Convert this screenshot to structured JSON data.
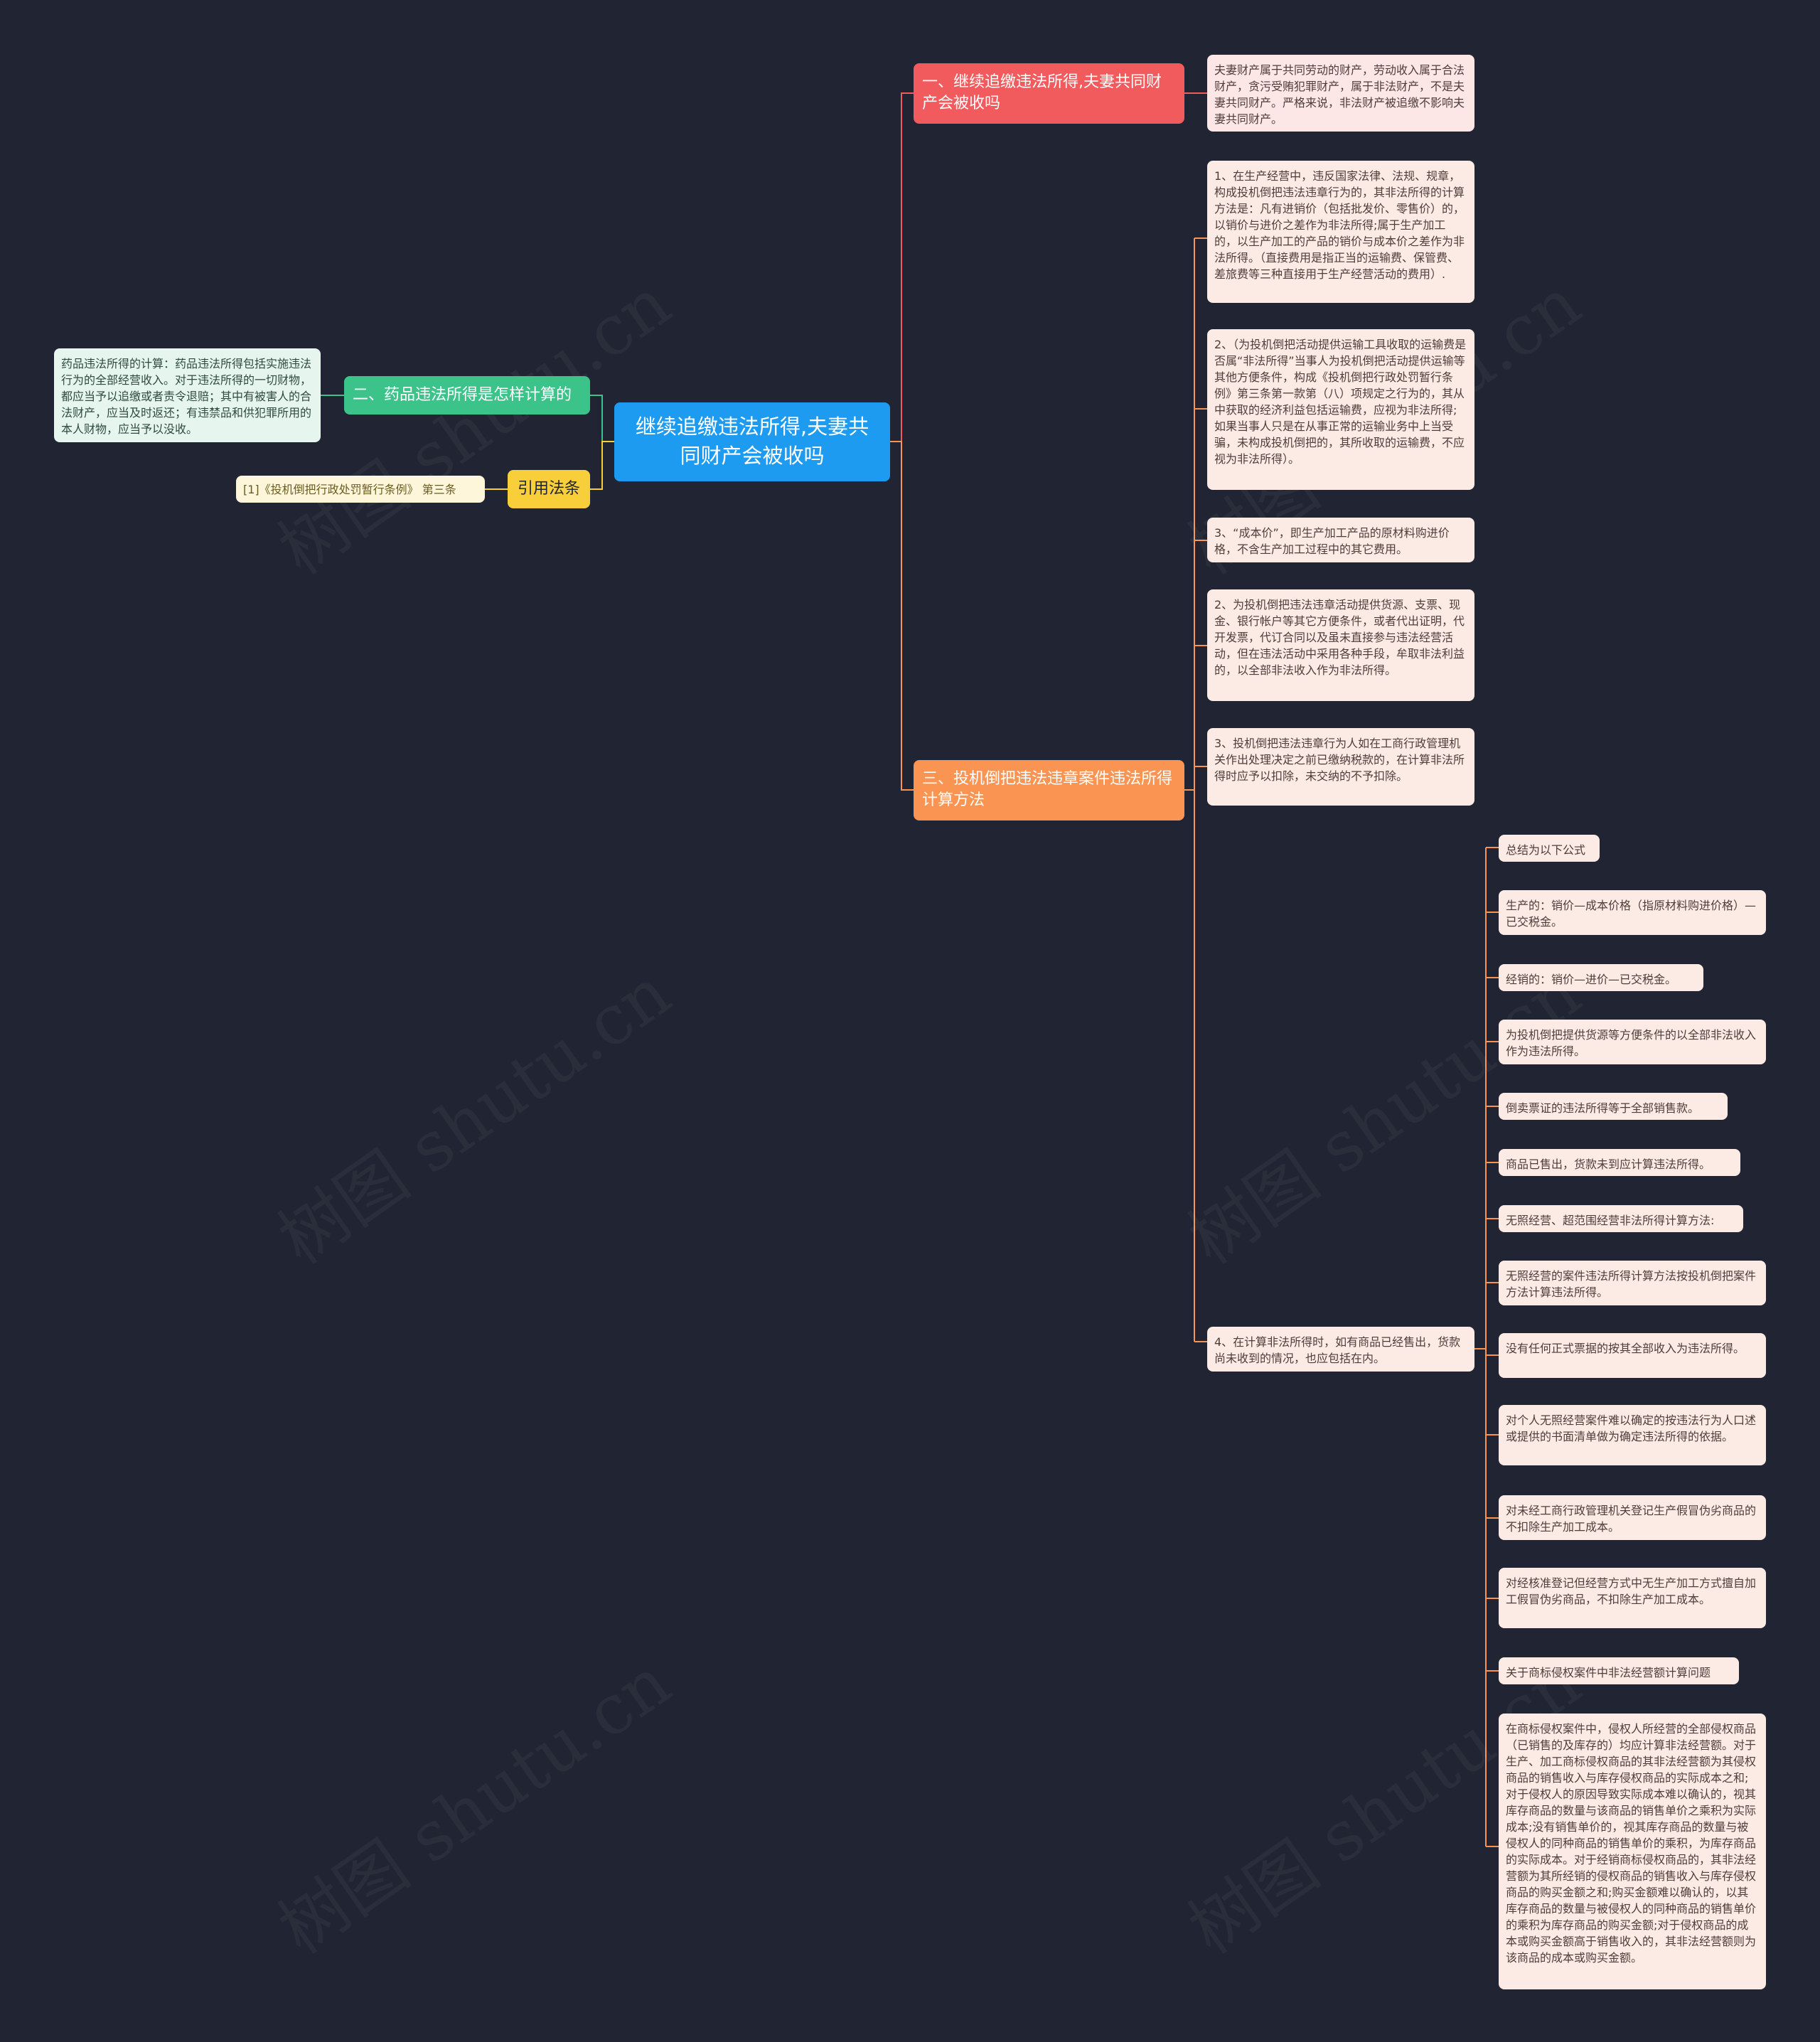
{
  "root": {
    "text": "继续追缴违法所得,夫妻共同财产会被收吗"
  },
  "branch1": {
    "title": "一、继续追缴违法所得,夫妻共同财产会被收吗",
    "leaf": "夫妻财产属于共同劳动的财产，劳动收入属于合法财产，贪污受贿犯罪财产，属于非法财产，不是夫妻共同财产。严格来说，非法财产被追缴不影响夫妻共同财产。"
  },
  "branch2": {
    "title": "二、药品违法所得是怎样计算的",
    "leaf": "药品违法所得的计算：药品违法所得包括实施违法行为的全部经营收入。对于违法所得的一切财物，都应当予以追缴或者责令退赔；其中有被害人的合法财产，应当及时返还；有违禁品和供犯罪所用的本人财物，应当予以没收。"
  },
  "reference": {
    "title": "引用法条",
    "leaf": "[1]《投机倒把行政处罚暂行条例》 第三条"
  },
  "branch3": {
    "title": "三、投机倒把违法违章案件违法所得计算方法",
    "items": [
      "1、在生产经营中，违反国家法律、法规、规章，构成投机倒把违法违章行为的，其非法所得的计算方法是：凡有进销价（包括批发价、零售价）的，以销价与进价之差作为非法所得;属于生产加工的，以生产加工的产品的销价与成本价之差作为非法所得。（直接费用是指正当的运输费、保管费、差旅费等三种直接用于生产经营活动的费用）.",
      "2、（为投机倒把活动提供运输工具收取的运输费是否属“非法所得”当事人为投机倒把活动提供运输等其他方便条件，构成《投机倒把行政处罚暂行条例》第三条第一款第（八）项规定之行为的，其从中获取的经济利益包括运输费，应视为非法所得;如果当事人只是在从事正常的运输业务中上当受骗，未构成投机倒把的，其所收取的运输费，不应视为非法所得）。",
      "3、“成本价”，即生产加工产品的原材料购进价格，不含生产加工过程中的其它费用。",
      "2、为投机倒把违法违章活动提供货源、支票、现金、银行帐户等其它方便条件，或者代出证明，代开发票，代订合同以及虽未直接参与违法经营活动，但在违法活动中采用各种手段，牟取非法利益的，以全部非法收入作为非法所得。",
      "3、投机倒把违法违章行为人如在工商行政管理机关作出处理决定之前已缴纳税款的，在计算非法所得时应予以扣除，未交纳的不予扣除。",
      "4、在计算非法所得时，如有商品已经售出，货款尚未收到的情况，也应包括在内。"
    ],
    "subitems": [
      "总结为以下公式",
      "生产的：销价—成本价格（指原材料购进价格）—已交税金。",
      "经销的：销价—进价—已交税金。",
      "为投机倒把提供货源等方便条件的以全部非法收入作为违法所得。",
      "倒卖票证的违法所得等于全部销售款。",
      "商品已售出，货款未到应计算违法所得。",
      "无照经营、超范围经营非法所得计算方法:",
      "无照经营的案件违法所得计算方法按投机倒把案件方法计算违法所得。",
      "没有任何正式票据的按其全部收入为违法所得。",
      "对个人无照经营案件难以确定的按违法行为人口述或提供的书面清单做为确定违法所得的依据。",
      "对未经工商行政管理机关登记生产假冒伪劣商品的不扣除生产加工成本。",
      "对经核准登记但经营方式中无生产加工方式擅自加工假冒伪劣商品，不扣除生产加工成本。",
      "关于商标侵权案件中非法经营额计算问题",
      "在商标侵权案件中，侵权人所经营的全部侵权商品（已销售的及库存的）均应计算非法经营额。对于生产、加工商标侵权商品的其非法经营额为其侵权商品的销售收入与库存侵权商品的实际成本之和;对于侵权人的原因导致实际成本难以确认的，视其库存商品的数量与该商品的销售单价之乘积为实际成本;没有销售单价的，视其库存商品的数量与被侵权人的同种商品的销售单价的乘积，为库存商品的实际成本。对于经销商标侵权商品的，其非法经营额为其所经销的侵权商品的销售收入与库存侵权商品的购买金额之和;购买金额难以确认的，以其库存商品的数量与被侵权人的同种商品的销售单价的乘积为库存商品的购买金额;对于侵权商品的成本或购买金额高于销售收入的，其非法经营额则为该商品的成本或购买金额。"
    ]
  },
  "watermark": "树图 shutu.cn",
  "colors": {
    "background": "#212533",
    "root": "#1d9bf0",
    "branch1": "#f25b5d",
    "branch2": "#3bc38a",
    "branch3": "#f99453",
    "reference": "#f8cf3a"
  }
}
